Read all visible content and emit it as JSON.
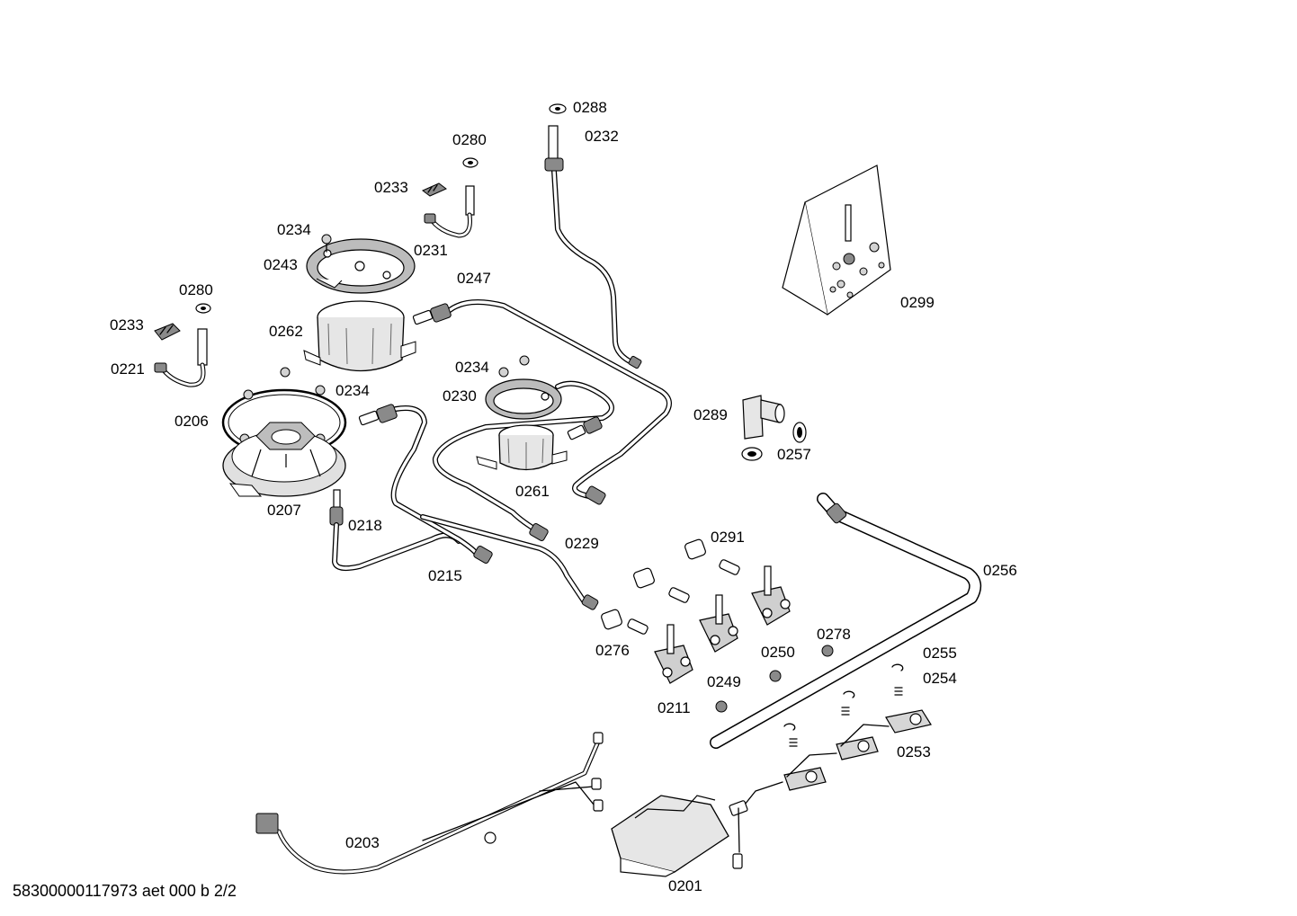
{
  "diagram": {
    "labels": {
      "p0288": "0288",
      "p0232": "0232",
      "p0280a": "0280",
      "p0233a": "0233",
      "p0234a": "0234",
      "p0231": "0231",
      "p0243": "0243",
      "p0247": "0247",
      "p0280b": "0280",
      "p0233b": "0233",
      "p0262": "0262",
      "p0221": "0221",
      "p0234b": "0234",
      "p0234c": "0234",
      "p0230": "0230",
      "p0206": "0206",
      "p0289": "0289",
      "p0257": "0257",
      "p0261": "0261",
      "p0207": "0207",
      "p0218": "0218",
      "p0229": "0229",
      "p0215": "0215",
      "p0291": "0291",
      "p0256": "0256",
      "p0276": "0276",
      "p0250": "0250",
      "p0278": "0278",
      "p0255": "0255",
      "p0254": "0254",
      "p0249": "0249",
      "p0211": "0211",
      "p0253": "0253",
      "p0203": "0203",
      "p0201": "0201",
      "p0299": "0299"
    },
    "footer": "58300000117973 aet 000 b 2/2"
  }
}
